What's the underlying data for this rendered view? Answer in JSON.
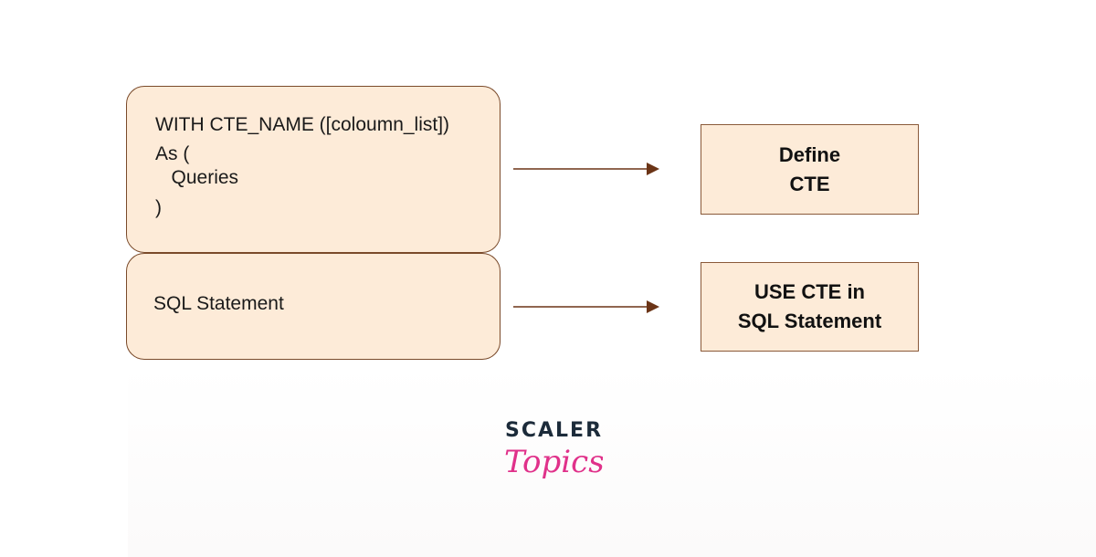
{
  "cte_box": {
    "lines": [
      "WITH CTE_NAME ([coloumn_list])",
      "As (",
      "   Queries",
      ")"
    ]
  },
  "sql_box": {
    "label": "SQL Statement"
  },
  "define_box": {
    "line1": "Define",
    "line2": "CTE"
  },
  "use_box": {
    "line1": "USE CTE in",
    "line2": "SQL Statement"
  },
  "logo": {
    "word": "SCALER",
    "sub": "Topics",
    "colors": {
      "word": "#1c2b3a",
      "sub": "#e0318a"
    }
  },
  "colors": {
    "box_fill": "#fdebd8",
    "box_border": "#7a4a2a",
    "arrow": "#6b3416"
  }
}
